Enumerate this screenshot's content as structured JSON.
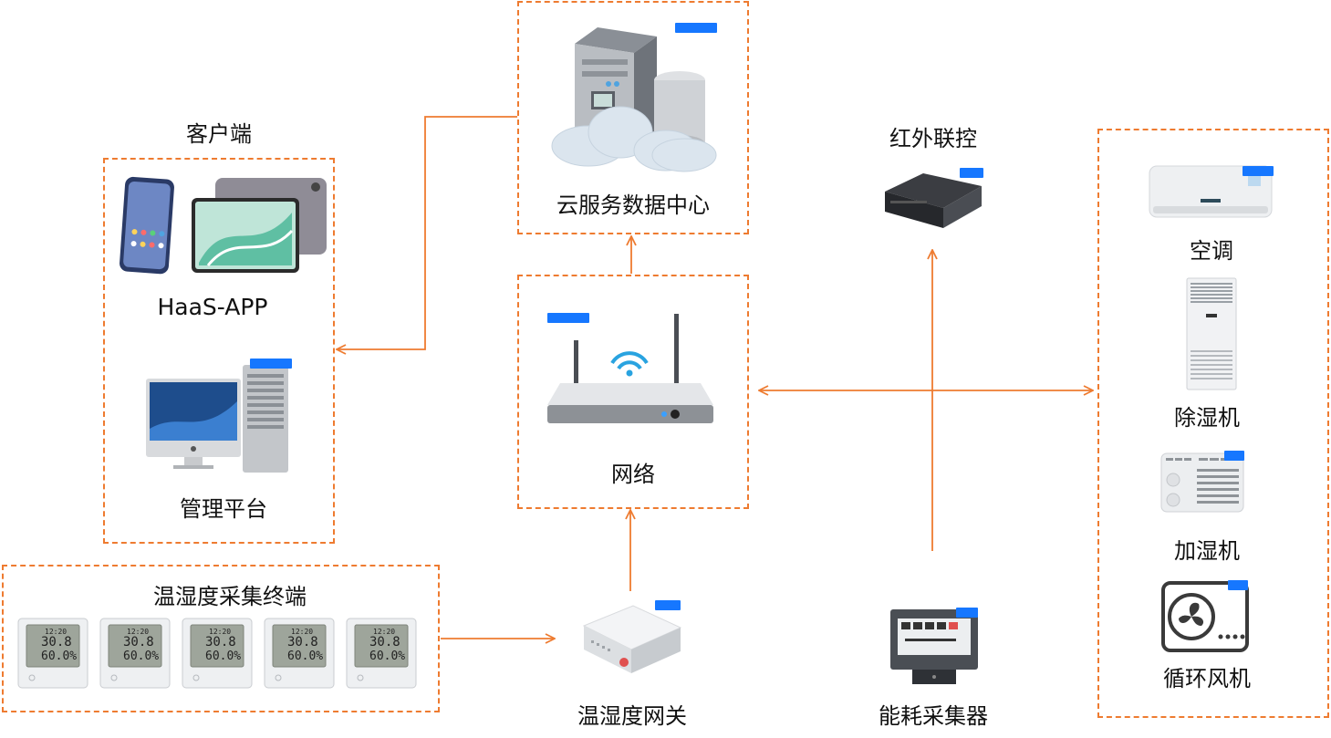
{
  "cloud": {
    "label": "云服务数据中心"
  },
  "client": {
    "title": "客户端",
    "app_label": "HaaS-APP",
    "platform_label": "管理平台"
  },
  "network": {
    "label": "网络"
  },
  "ir": {
    "label": "红外联控"
  },
  "devices": {
    "items": [
      {
        "label": "空调"
      },
      {
        "label": "除湿机"
      },
      {
        "label": "加湿机"
      },
      {
        "label": "循环风机"
      }
    ]
  },
  "sensors": {
    "title": "温湿度采集终端",
    "count": 5,
    "readout_temp": "30.8",
    "readout_hum": "60.0%",
    "readout_time": "12:20"
  },
  "gateway": {
    "label": "温湿度网关"
  },
  "meter": {
    "label": "能耗采集器"
  },
  "colors": {
    "accent": "#ee7b30",
    "tag": "#1677ff"
  }
}
